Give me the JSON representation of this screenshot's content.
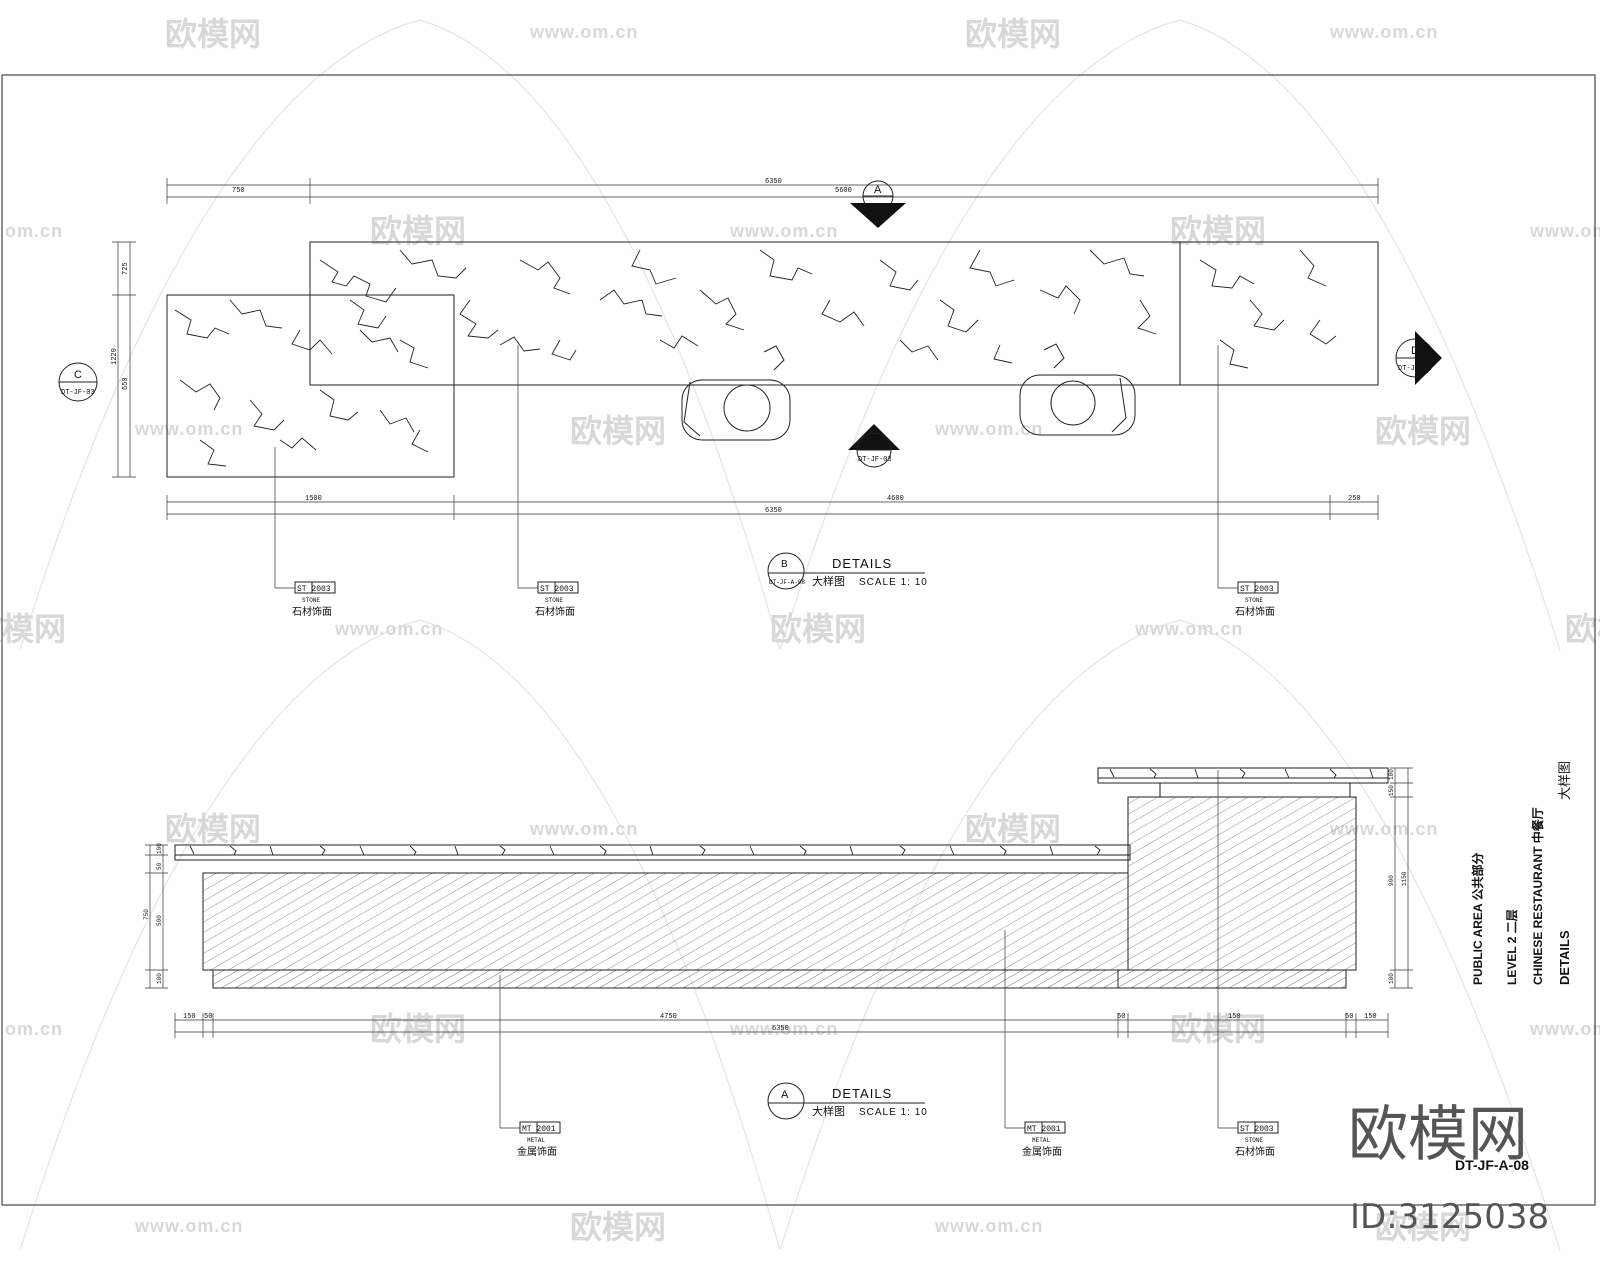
{
  "watermark": {
    "brand": "欧模网",
    "url": "www.om.cn",
    "partial_url": "om.cn",
    "partial_left": "欧模网",
    "big_brand": "欧模网",
    "id_text": "ID:3125038"
  },
  "plan_view": {
    "dims_top": {
      "d1": "750",
      "overall": "6350",
      "d2": "5600"
    },
    "dims_bottom": {
      "d1": "1500",
      "overall": "6350",
      "mid": "4600",
      "d3": "250"
    },
    "dims_left": {
      "top": "725",
      "total": "1220",
      "bottom": "650"
    },
    "section_a": {
      "letter": "A",
      "ref": ""
    },
    "section_b": {
      "letter": "B",
      "ref": "DT-JF-03"
    },
    "section_c": {
      "letter": "C",
      "ref": "DT-JF-03"
    },
    "section_d": {
      "letter": "D",
      "ref": "DT-JF-03"
    },
    "title": {
      "circle_letter": "B",
      "circle_ref": "DT-JF-A-08",
      "label": "DETAILS",
      "cn": "大样图",
      "scale": "SCALE  1: 10"
    },
    "tags": [
      {
        "code": "ST 2003",
        "material": "STONE",
        "cn": "石材饰面"
      },
      {
        "code": "ST 2003",
        "material": "STONE",
        "cn": "石材饰面"
      },
      {
        "code": "ST 2003",
        "material": "STONE",
        "cn": "石材饰面"
      }
    ]
  },
  "elevation_view": {
    "dims_left": {
      "a": "100",
      "b": "50",
      "total": "750",
      "c": "500",
      "d": "100"
    },
    "dims_right": {
      "a": "100",
      "b": "150",
      "c": "900",
      "total": "1150",
      "d": "100"
    },
    "dims_bottom": {
      "a": "150",
      "b": "50",
      "mid": "4750",
      "overall": "6350",
      "c": "50",
      "d": "150",
      "e": "50",
      "f": "150"
    },
    "title": {
      "circle_letter": "A",
      "circle_ref": "",
      "label": "DETAILS",
      "cn": "大样图",
      "scale": "SCALE  1: 10"
    },
    "tags": [
      {
        "code": "MT 2001",
        "material": "METAL",
        "cn": "金属饰面"
      },
      {
        "code": "MT 2001",
        "material": "METAL",
        "cn": "金属饰面"
      },
      {
        "code": "ST 2003",
        "material": "STONE",
        "cn": "石材饰面"
      }
    ]
  },
  "title_block": {
    "line1": "PUBLIC AREA  公共部分",
    "line2": "LEVEL 2  二层",
    "line3": "CHINESE RESTAURANT  中餐厅",
    "line4": "DETAILS",
    "line4_cn": "大样图",
    "sheet_no": "DT-JF-A-08"
  }
}
